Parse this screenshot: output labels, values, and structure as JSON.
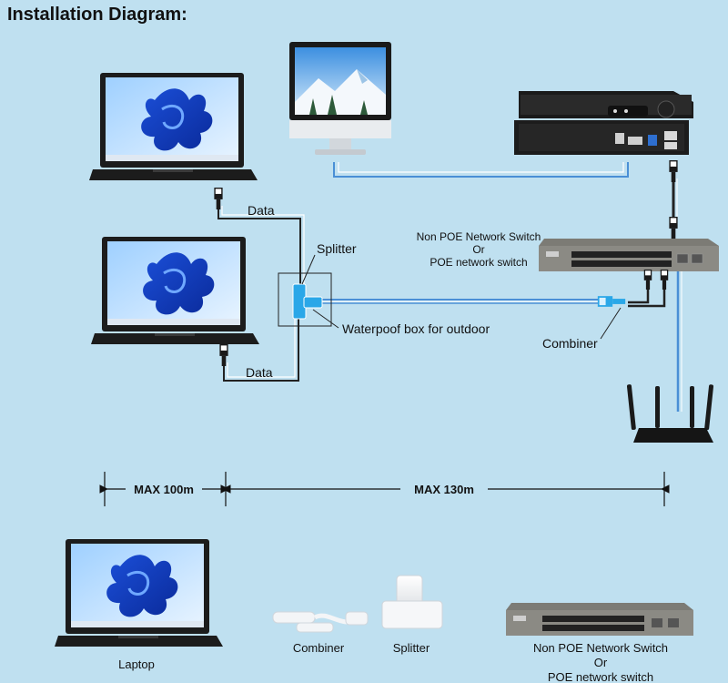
{
  "title": "Installation Diagram:",
  "labels": {
    "data_top": "Data",
    "data_bottom": "Data",
    "splitter": "Splitter",
    "waterproof_box": "Waterpoof box for outdoor",
    "combiner": "Combiner",
    "switch_line1": "Non POE Network Switch",
    "switch_line2": "Or",
    "switch_line3": "POE network switch",
    "max_left": "MAX 100m",
    "max_right": "MAX  130m"
  },
  "legend": {
    "laptop": "Laptop",
    "combiner": "Combiner",
    "splitter": "Splitter",
    "switch_line1": "Non POE Network Switch",
    "switch_line2": "Or",
    "switch_line3": "POE network switch"
  },
  "colors": {
    "background": "#bfe0f0",
    "cable_blue": "#4a8fd6",
    "cable_black": "#222222",
    "switch_body": "#8b8a84",
    "laptop_body": "#1c1c1c"
  }
}
